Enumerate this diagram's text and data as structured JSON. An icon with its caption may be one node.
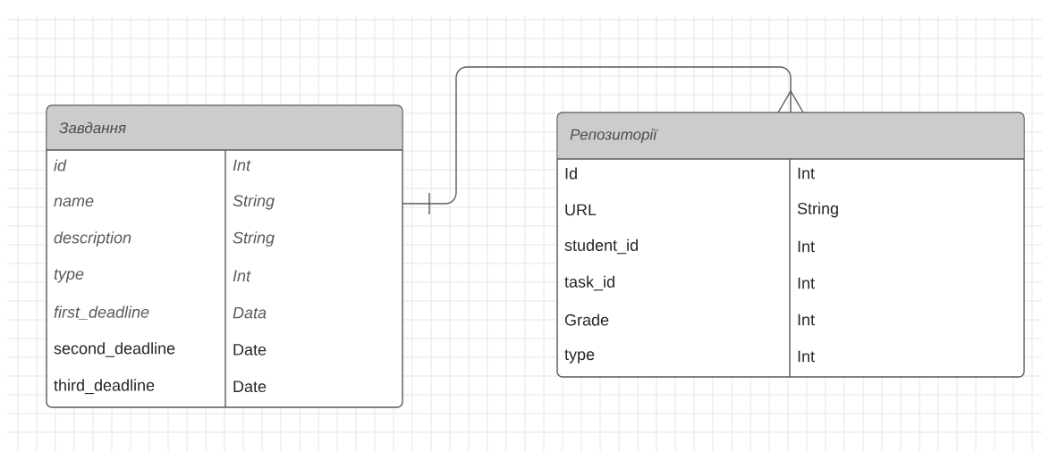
{
  "diagram": {
    "nodes": [
      {
        "text": [
          "Завдання",
          "id",
          "Int",
          "name",
          "String",
          "description",
          "String",
          "type",
          "Int",
          "first_deadline",
          "Data",
          "second_deadline",
          "Date",
          "third_deadline",
          "Date"
        ]
      },
      {
        "text": [
          "Репозиторії",
          "Id",
          "Int",
          "URL",
          "String",
          "student_id",
          "Int",
          "task_id",
          "Int",
          "Grade",
          "Int",
          "type",
          "Int"
        ]
      }
    ],
    "edges": [
      {
        "from": 0,
        "to": 1,
        "arrow": "other"
      }
    ]
  }
}
